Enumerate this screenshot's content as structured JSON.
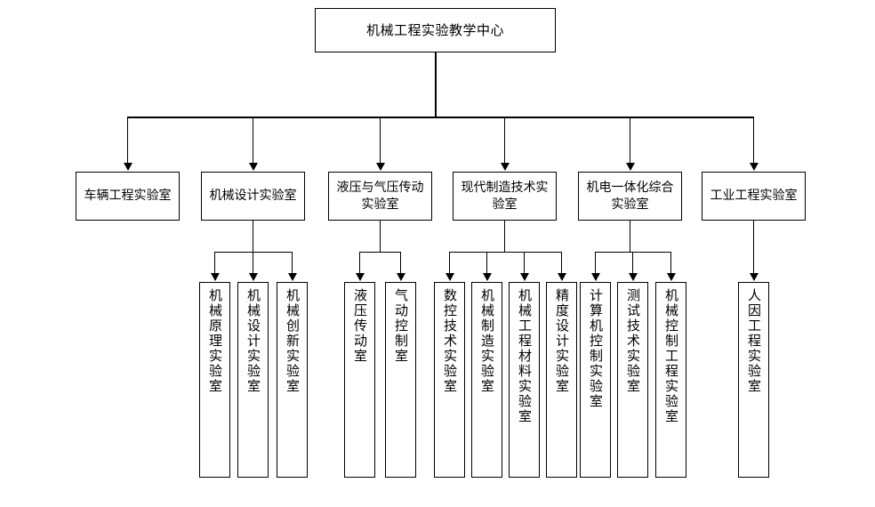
{
  "diagram": {
    "title": "机械工程实验教学中心",
    "type": "organizational-chart",
    "root": {
      "label": "机械工程实验教学中心"
    },
    "departments": [
      {
        "label": "车辆工程实验室",
        "children": []
      },
      {
        "label": "机械设计实验室",
        "children": [
          {
            "label": "机械原理实验室"
          },
          {
            "label": "机械设计实验室"
          },
          {
            "label": "机械创新实验室"
          }
        ]
      },
      {
        "label": "液压与气压传动实验室",
        "children": [
          {
            "label": "液压传动室"
          },
          {
            "label": "气动控制室"
          }
        ]
      },
      {
        "label": "现代制造技术实验室",
        "children": [
          {
            "label": "数控技术实验室"
          },
          {
            "label": "机械制造实验室"
          },
          {
            "label": "机械工程材料实验室"
          },
          {
            "label": "精度设计实验室"
          }
        ]
      },
      {
        "label": "机电一体化综合实验室",
        "children": [
          {
            "label": "计算机控制实验室"
          },
          {
            "label": "测试技术实验室"
          },
          {
            "label": "机械控制工程实验室"
          }
        ]
      },
      {
        "label": "工业工程实验室",
        "children": [
          {
            "label": "人因工程实验室"
          }
        ]
      }
    ],
    "colors": {
      "line": "#000000",
      "box_fill": "#ffffff",
      "text": "#000000",
      "background": "#ffffff"
    }
  }
}
